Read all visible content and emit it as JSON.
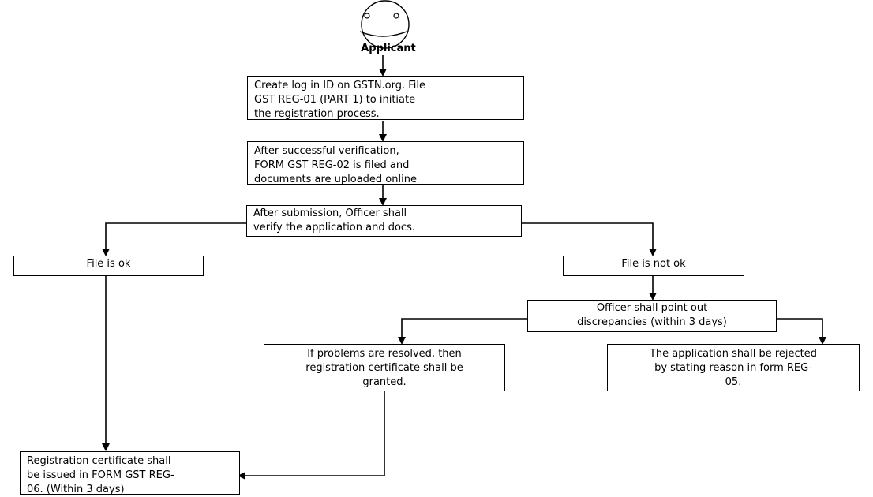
{
  "applicant": {
    "label": "Applicant"
  },
  "steps": {
    "create_login": {
      "lines": [
        "Create log in ID on GSTN.org.  File",
        "GST REG-01 (PART 1) to initiate",
        "the registration process."
      ]
    },
    "verification": {
      "lines": [
        "After successful verification,",
        "FORM GST REG-02 is filed and",
        "documents are uploaded online"
      ]
    },
    "submission": {
      "lines": [
        "After submission, Officer shall",
        "verify the application and docs."
      ]
    },
    "file_ok": {
      "lines": [
        "File is ok"
      ]
    },
    "file_not_ok": {
      "lines": [
        "File is not ok"
      ]
    },
    "discrepancies": {
      "lines": [
        "Officer shall point out",
        "discrepancies (within 3 days)"
      ]
    },
    "resolved": {
      "lines": [
        "If problems are resolved, then",
        "registration certificate shall be",
        "granted."
      ]
    },
    "rejected": {
      "lines": [
        "The application shall be rejected",
        "by stating reason in form REG-",
        "05."
      ]
    },
    "issued": {
      "lines": [
        "Registration certificate shall",
        "be issued in FORM GST REG-",
        "06. (Within 3 days)"
      ]
    }
  }
}
